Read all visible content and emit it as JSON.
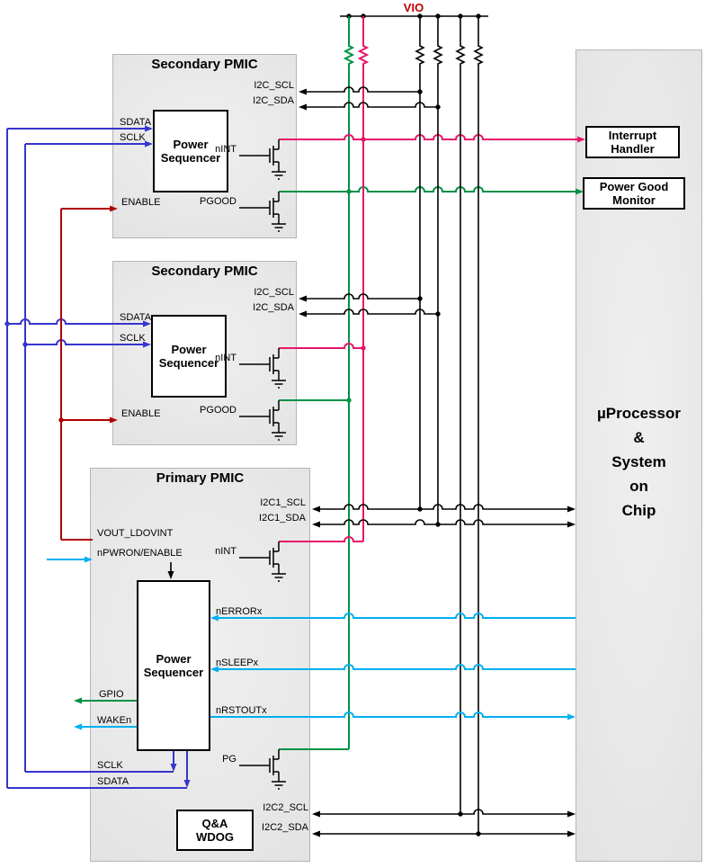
{
  "vio_label": "VIO",
  "colors": {
    "i2c_wire": "#000000",
    "sdata_sclk_wire": "#3535CD",
    "enable_wire": "#B00000",
    "nint_wire": "#E8156B",
    "pgood_wire": "#009147",
    "control_wire": "#00B0F0",
    "vio_label": "#C00000",
    "block_fill": "#E9E9E9"
  },
  "secondary_pmic_1": {
    "title": "Secondary PMIC",
    "sequencer_line1": "Power",
    "sequencer_line2": "Sequencer",
    "ports": {
      "sdata": "SDATA",
      "sclk": "SCLK",
      "enable": "ENABLE",
      "i2c_scl": "I2C_SCL",
      "i2c_sda": "I2C_SDA",
      "nint": "nINT",
      "pgood": "PGOOD"
    }
  },
  "secondary_pmic_2": {
    "title": "Secondary PMIC",
    "sequencer_line1": "Power",
    "sequencer_line2": "Sequencer",
    "ports": {
      "sdata": "SDATA",
      "sclk": "SCLK",
      "enable": "ENABLE",
      "i2c_scl": "I2C_SCL",
      "i2c_sda": "I2C_SDA",
      "nint": "nINT",
      "pgood": "PGOOD"
    }
  },
  "primary_pmic": {
    "title": "Primary PMIC",
    "sequencer_line1": "Power",
    "sequencer_line2": "Sequencer",
    "wdog_line1": "Q&A",
    "wdog_line2": "WDOG",
    "ports": {
      "vout_ldovint": "VOUT_LDOVINT",
      "npwron_enable": "nPWRON/ENABLE",
      "i2c1_scl": "I2C1_SCL",
      "i2c1_sda": "I2C1_SDA",
      "nint": "nINT",
      "nerrorx": "nERRORx",
      "nsleepx": "nSLEEPx",
      "nrstoutx": "nRSTOUTx",
      "gpio": "GPIO",
      "waken": "WAKEn",
      "sclk": "SCLK",
      "sdata": "SDATA",
      "pg": "PG",
      "i2c2_scl": "I2C2_SCL",
      "i2c2_sda": "I2C2_SDA"
    }
  },
  "soc": {
    "lines": [
      "µProcessor",
      "&",
      "System",
      "on",
      "Chip"
    ]
  },
  "interrupt_handler": {
    "line1": "Interrupt",
    "line2": "Handler"
  },
  "power_good_monitor": {
    "line1": "Power Good",
    "line2": "Monitor"
  }
}
